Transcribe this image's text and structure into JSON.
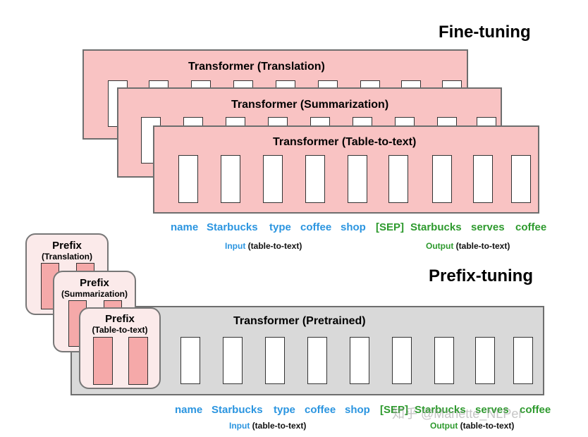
{
  "fine_tuning": {
    "heading": "Fine-tuning",
    "panels": [
      {
        "title": "Transformer (Translation)"
      },
      {
        "title": "Transformer (Summarization)"
      },
      {
        "title": "Transformer (Table-to-text)"
      }
    ],
    "input_tokens": [
      "name",
      "Starbucks",
      "type",
      "coffee",
      "shop"
    ],
    "output_tokens": [
      "[SEP]",
      "Starbucks",
      "serves",
      "coffee"
    ],
    "input_caption": {
      "key": "Input",
      "rest": "(table-to-text)"
    },
    "output_caption": {
      "key": "Output",
      "rest": "(table-to-text)"
    }
  },
  "prefix_tuning": {
    "heading": "Prefix-tuning",
    "transformer_title": "Transformer  (Pretrained)",
    "prefixes": [
      {
        "title": "Prefix",
        "subtitle": "(Translation)"
      },
      {
        "title": "Prefix",
        "subtitle": "(Summarization)"
      },
      {
        "title": "Prefix",
        "subtitle": "(Table-to-text)"
      }
    ],
    "input_tokens": [
      "name",
      "Starbucks",
      "type",
      "coffee",
      "shop"
    ],
    "output_tokens": [
      "[SEP]",
      "Starbucks",
      "serves",
      "coffee"
    ],
    "input_caption": {
      "key": "Input",
      "rest": "(table-to-text)"
    },
    "output_caption": {
      "key": "Output",
      "rest": "(table-to-text)"
    }
  },
  "watermark": "知乎 @Mariette_NLPer",
  "colors": {
    "panel_pink": "#f9c3c3",
    "panel_gray": "#d9d9d9",
    "input_blue": "#2b95e0",
    "output_green": "#2e9a2e"
  }
}
